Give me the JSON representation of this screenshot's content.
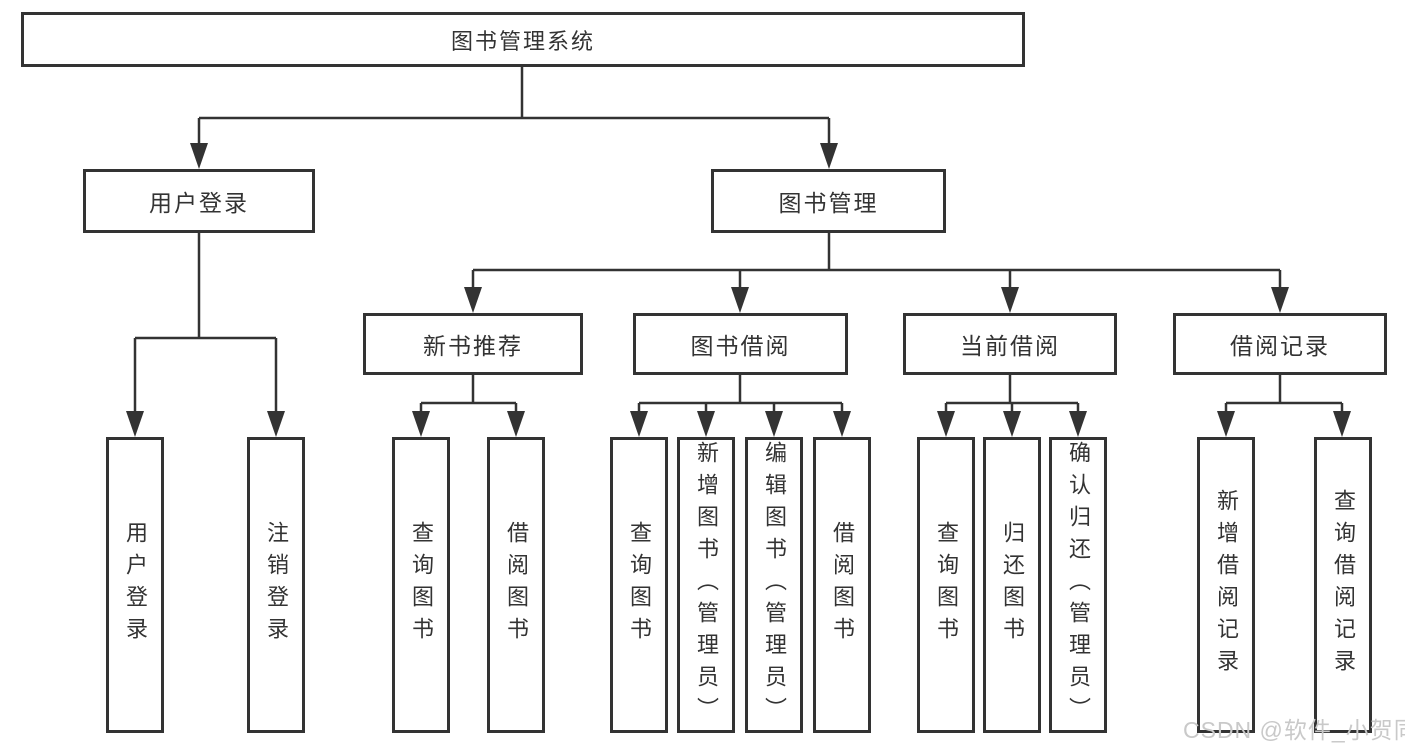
{
  "diagram": {
    "type": "hierarchy-tree",
    "root": {
      "label": "图书管理系统"
    },
    "modules": [
      {
        "label": "用户登录",
        "children": [
          {
            "label": "用户登录"
          },
          {
            "label": "注销登录"
          }
        ]
      },
      {
        "label": "图书管理",
        "submodules": [
          {
            "label": "新书推荐",
            "children": [
              {
                "label": "查询图书"
              },
              {
                "label": "借阅图书"
              }
            ]
          },
          {
            "label": "图书借阅",
            "children": [
              {
                "label": "查询图书"
              },
              {
                "label": "新增图书（管理员）"
              },
              {
                "label": "编辑图书（管理员）"
              },
              {
                "label": "借阅图书"
              }
            ]
          },
          {
            "label": "当前借阅",
            "children": [
              {
                "label": "查询图书"
              },
              {
                "label": "归还图书"
              },
              {
                "label": "确认归还（管理员）"
              }
            ]
          },
          {
            "label": "借阅记录",
            "children": [
              {
                "label": "新增借阅记录"
              },
              {
                "label": "查询借阅记录"
              }
            ]
          }
        ]
      }
    ],
    "colors": {
      "line": "#333333",
      "box_border": "#333333",
      "text": "#333333",
      "background": "#ffffff",
      "watermark": "#c9c9c9"
    }
  },
  "watermark": {
    "text": "CSDN @软件_小贺同学"
  }
}
